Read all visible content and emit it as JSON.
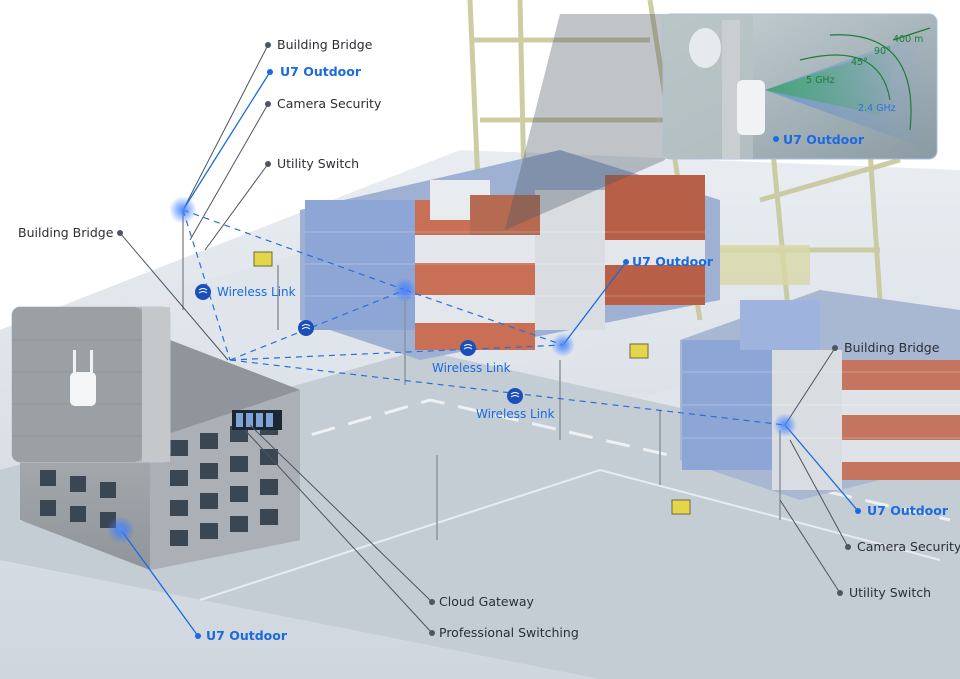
{
  "colors": {
    "accent": "#1a6be0",
    "label_dark": "#2b2f36",
    "inset_green": "#1e7d36"
  },
  "labels": {
    "building_bridge_top": "Building Bridge",
    "u7_outdoor_top": "U7 Outdoor",
    "camera_security_top": "Camera Security",
    "utility_switch_top": "Utility Switch",
    "building_bridge_left": "Building Bridge",
    "u7_outdoor_mid": "U7 Outdoor",
    "wireless_link_1": "Wireless Link",
    "wireless_link_2": "Wireless Link",
    "wireless_link_3": "Wireless Link",
    "building_bridge_right": "Building Bridge",
    "u7_outdoor_right": "U7 Outdoor",
    "camera_security_right": "Camera Security",
    "utility_switch_right": "Utility Switch",
    "cloud_gateway": "Cloud Gateway",
    "professional_switching": "Professional Switching",
    "u7_outdoor_bottom": "U7 Outdoor"
  },
  "inset": {
    "device_label": "U7 Outdoor",
    "distance": "400 m",
    "angle_90": "90°",
    "angle_45": "45°",
    "band_5": "5 GHz",
    "band_24": "2.4 GHz"
  },
  "icons": [
    "wifi-badge-icon",
    "access-point-icon",
    "forklift-icon",
    "switch-rack-icon"
  ]
}
